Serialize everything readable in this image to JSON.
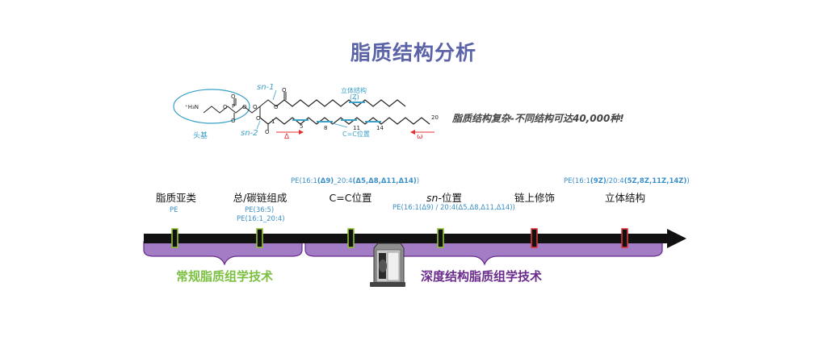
{
  "title": "脂质结构分析",
  "molecule": {
    "head_group": "头基",
    "nh3": "⁺H₃N",
    "sn1": "sn-1",
    "sn2": "sn-2",
    "stereo": "立体结构",
    "stereo_z": "(Z)",
    "cc_position": "C=C位置",
    "delta": "Δ",
    "omega": "ω",
    "carbon_numbers": [
      "1",
      "5",
      "8",
      "11",
      "14",
      "20"
    ],
    "atom_labels": [
      "P",
      "O",
      "O",
      "O",
      "O",
      "O",
      "O",
      "O",
      "O",
      "O"
    ]
  },
  "complexity_note": "脂质结构复杂-不同结构可达40,000种!",
  "stages": [
    {
      "label": "脂质亚类",
      "marker_color": "#8fbf3a"
    },
    {
      "label": "总/碳链组成",
      "marker_color": "#8fbf3a"
    },
    {
      "label": "C=C位置",
      "marker_color": "#8fbf3a"
    },
    {
      "label_prefix": "sn",
      "label_suffix": "-位置",
      "marker_color": "#8fbf3a"
    },
    {
      "label": "链上修饰",
      "marker_color": "#d9383a"
    },
    {
      "label": "立体结构",
      "marker_color": "#d9383a"
    }
  ],
  "examples": {
    "subclass": "PE",
    "composition_total": "PE(36:5)",
    "composition_chain": "PE(16:1_20:4)",
    "cc_pos_a": "PE(16:1",
    "cc_pos_b": "(Δ9)",
    "cc_pos_c": "_20:4",
    "cc_pos_d": "(Δ5,Δ8,Δ11,Δ14)",
    "cc_pos_e": ")",
    "sn_pos": "PE(16:1(Δ9) / 20:4(Δ5,Δ8,Δ11,Δ14))",
    "stereo_a": "PE(16:1",
    "stereo_b": "(9Z)",
    "stereo_c": "/20:4",
    "stereo_d": "(5Z,8Z,11Z,14Z)",
    "stereo_e": ")"
  },
  "techniques": {
    "conventional": "常规脂质组学技术",
    "deep": "深度结构脂质组学技术"
  },
  "colors": {
    "title": "#5b63a8",
    "arrow": "#111111",
    "bracket_fill": "#a27cc4",
    "bracket_stroke": "#6a2b8c",
    "conventional": "#7cc042",
    "deep": "#6a2b8c",
    "blue_label": "#3a8fc8"
  }
}
